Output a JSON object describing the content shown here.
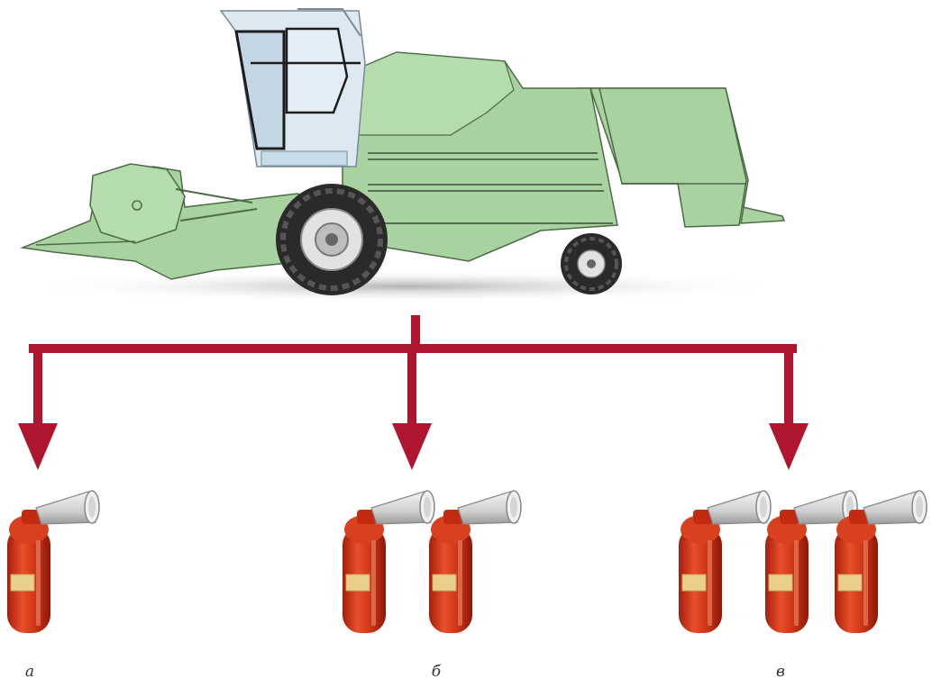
{
  "figure": {
    "vehicle_icon": "combine-harvester-icon",
    "extinguisher_icon": "fire-extinguisher-icon",
    "colors": {
      "body": "#a8d3a0",
      "arrow": "#b0152f",
      "extinguisher": "#d83a1a",
      "glass": "#dce8f2"
    },
    "options": [
      {
        "label": "а",
        "count": 1
      },
      {
        "label": "б",
        "count": 2
      },
      {
        "label": "в",
        "count": 3
      }
    ]
  }
}
